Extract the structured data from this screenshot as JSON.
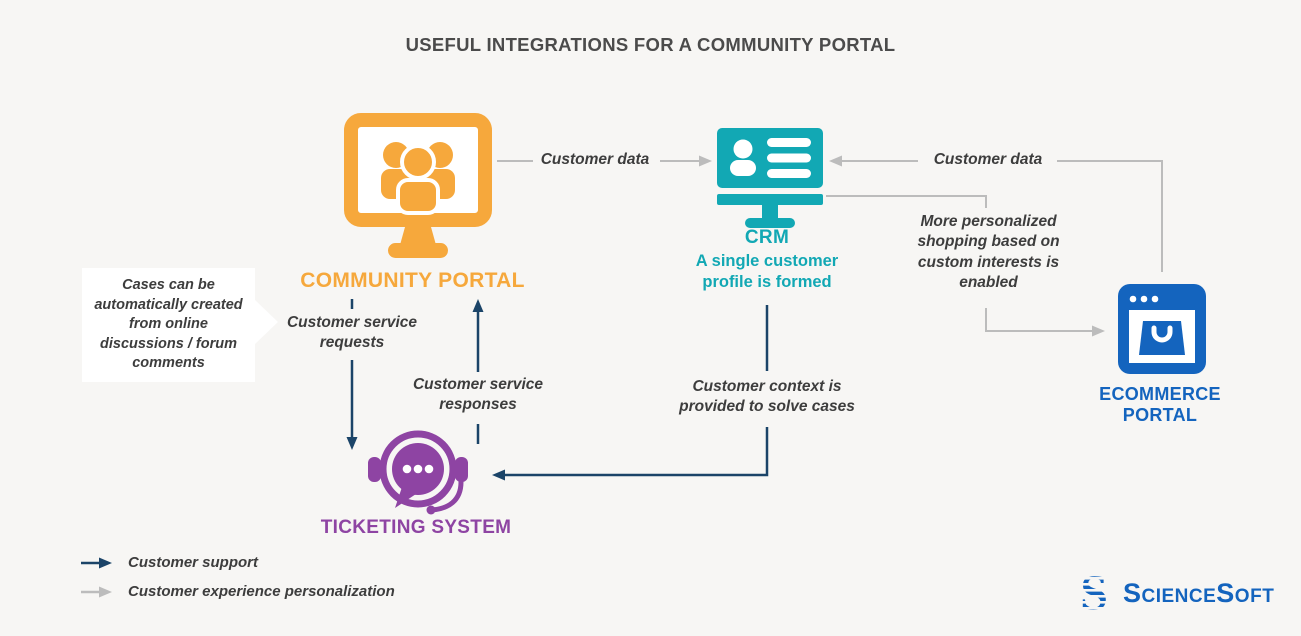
{
  "title": "USEFUL INTEGRATIONS FOR A COMMUNITY PORTAL",
  "nodes": {
    "community_portal": {
      "label": "COMMUNITY PORTAL",
      "icon": "community-monitor-icon",
      "color": "#F6A83C"
    },
    "crm": {
      "label": "CRM",
      "subtitle": "A single customer profile is formed",
      "icon": "crm-monitor-icon",
      "color": "#12A8B4"
    },
    "ecommerce_portal": {
      "label": "ECOMMERCE PORTAL",
      "icon": "shopping-bag-browser-icon",
      "color": "#1464BE"
    },
    "ticketing_system": {
      "label": "TICKETING SYSTEM",
      "icon": "headset-chat-icon",
      "color": "#8E44A3"
    }
  },
  "edges": {
    "community_to_crm": "Customer data",
    "ecommerce_to_crm": "Customer data",
    "crm_to_ecommerce": "More personalized shopping based on custom interests is enabled",
    "community_to_ticketing": "Customer service requests",
    "ticketing_to_community": "Customer service responses",
    "crm_to_ticketing": "Customer context is provided to solve cases"
  },
  "callout": {
    "text": "Cases can be automatically created from online discussions / forum comments"
  },
  "legend": [
    {
      "label": "Customer support",
      "color": "#1B4468"
    },
    {
      "label": "Customer experience personalization",
      "color": "#BCBCBC"
    }
  ],
  "logo": {
    "brand": "ScienceSoft",
    "color": "#1464BE"
  },
  "colors": {
    "background": "#F7F6F4",
    "navy_arrow": "#1B4468",
    "gray_arrow": "#BCBCBC",
    "label_text": "#3D3D3D",
    "title_text": "#4B4B4B"
  }
}
